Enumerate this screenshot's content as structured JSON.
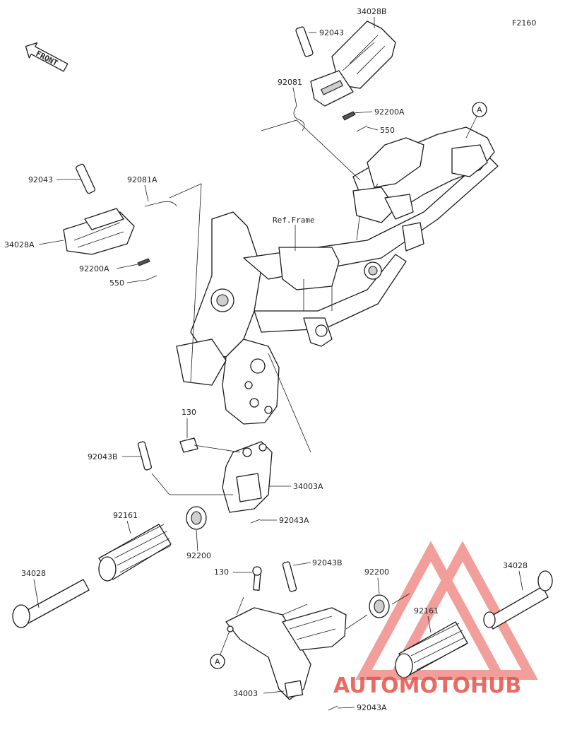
{
  "diagram_code": "F2160",
  "front_indicator": "FRONT",
  "frame_ref": "Ref.Frame",
  "callouts": {
    "a_top": "A",
    "a_bottom": "A"
  },
  "parts": {
    "p92043_top": "92043",
    "p34028B": "34028B",
    "p92081": "92081",
    "p92200A_top": "92200A",
    "p550_top": "550",
    "p92043_left": "92043",
    "p92081A": "92081A",
    "p34028A": "34028A",
    "p92200A_left": "92200A",
    "p550_left": "550",
    "p130_top": "130",
    "p92043B_top": "92043B",
    "p34003A": "34003A",
    "p92043A_top": "92043A",
    "p92161_left": "92161",
    "p92200_left": "92200",
    "p34028_left": "34028",
    "p130_bottom": "130",
    "p92043B_bottom": "92043B",
    "p92200_right": "92200",
    "p34028_right": "34028",
    "p92161_right": "92161",
    "p34003": "34003",
    "p92043A_bottom": "92043A"
  },
  "watermark": {
    "brand": "AUTOMOTOHUB",
    "colors": {
      "auto": "#f5c24c",
      "moto": "#e8524a",
      "hub": "#333333",
      "triangle": "#e8524a"
    }
  }
}
